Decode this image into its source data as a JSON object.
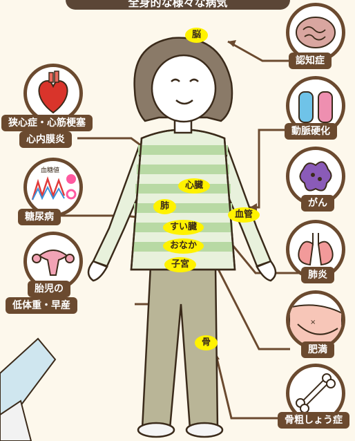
{
  "title": "全身的な様々な病気",
  "organs": {
    "brain": "脳",
    "heart": "心臓",
    "lung": "肺",
    "pancreas": "すい臓",
    "belly": "おなか",
    "uterus": "子宮",
    "vessel": "血管",
    "bone": "骨"
  },
  "diseases": {
    "dementia": "認知症",
    "angina_line1": "狭心症・心筋梗塞",
    "angina_line2": "心内膜炎",
    "diabetes": "糖尿病",
    "diabetes_icon_text": "血糖値",
    "fetal_line1": "胎児の",
    "fetal_line2": "低体重・早産",
    "arterio": "動脈硬化",
    "cancer": "がん",
    "pneumonia": "肺炎",
    "obesity": "肥満",
    "osteo": "骨粗しょう症"
  },
  "colors": {
    "brown": "#6b4a2f",
    "yellow": "#fff200",
    "stripe": "#b8d9a4",
    "pants": "#b9b597"
  }
}
